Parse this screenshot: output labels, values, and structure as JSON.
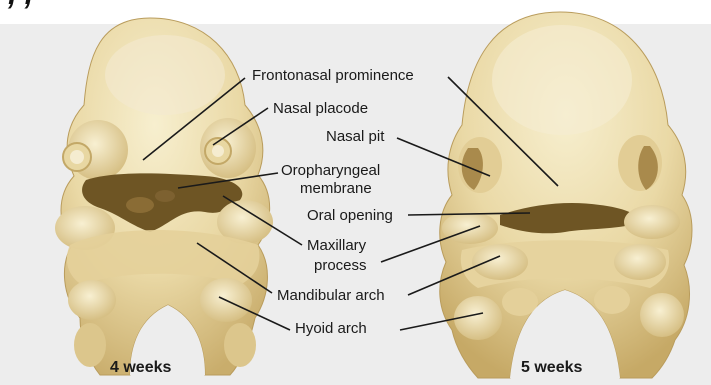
{
  "labels": {
    "frontonasal": "Frontonasal prominence",
    "nasal_placode": "Nasal placode",
    "nasal_pit": "Nasal pit",
    "oropharyngeal_1": "Oropharyngeal",
    "oropharyngeal_2": "membrane",
    "oral_opening": "Oral opening",
    "maxillary_1": "Maxillary",
    "maxillary_2": "process",
    "mandibular": "Mandibular arch",
    "hyoid": "Hyoid arch"
  },
  "captions": {
    "left": "4 weeks",
    "right": "5 weeks"
  },
  "colors": {
    "background": "#ededed",
    "tissue_light": "#f3e9c4",
    "tissue_mid": "#e3d19a",
    "tissue_shadow": "#b59a5a",
    "mouth_dark": "#6e5524",
    "line": "#1a1a1a"
  }
}
